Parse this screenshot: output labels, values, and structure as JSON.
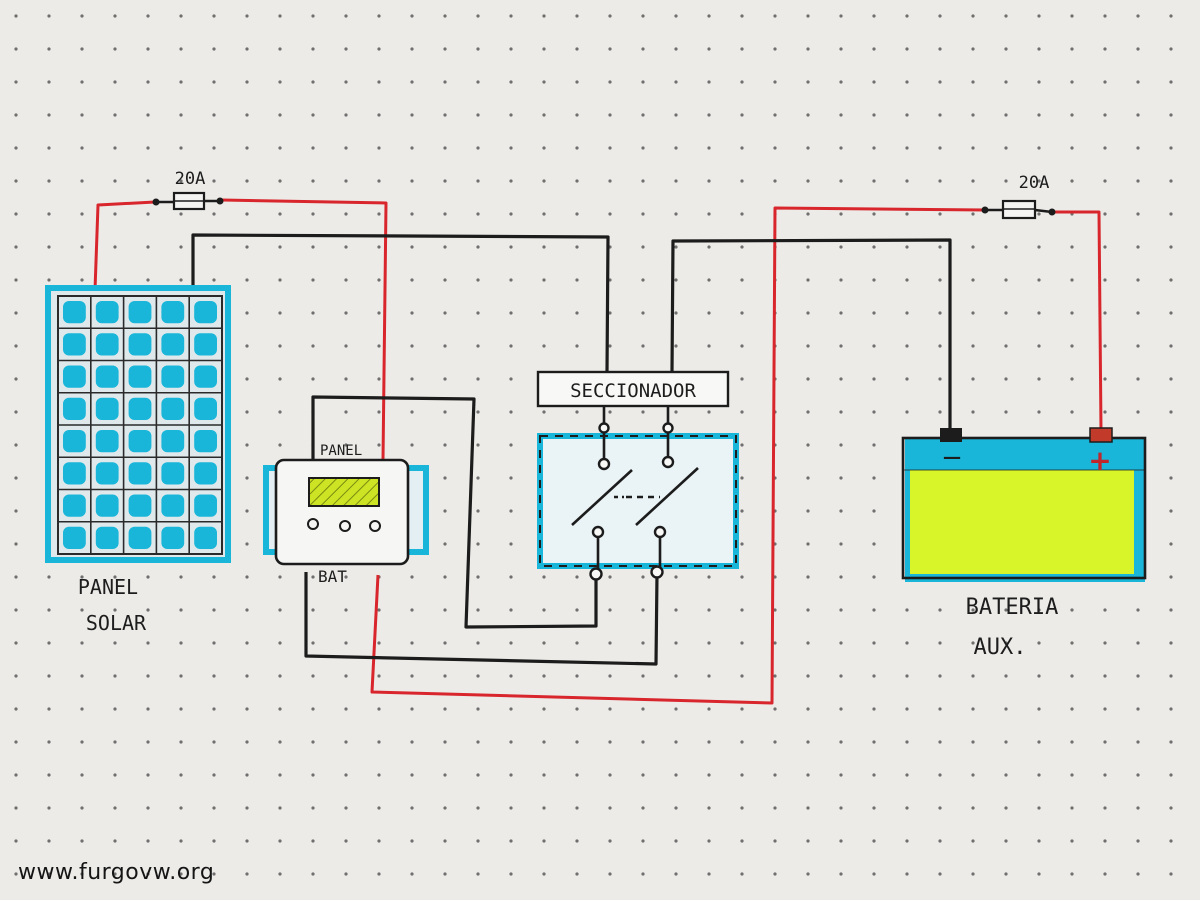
{
  "fuses": [
    {
      "label": "20A"
    },
    {
      "label": "20A"
    }
  ],
  "solar_panel": {
    "label_line1": "PANEL",
    "label_line2": "SOLAR"
  },
  "charge_controller": {
    "panel_terminal": "PANEL",
    "battery_terminal": "BAT"
  },
  "disconnector": {
    "label": "SECCIONADOR"
  },
  "battery": {
    "label_line1": "BATERIA",
    "label_line2": "AUX.",
    "negative_symbol": "−",
    "positive_symbol": "+"
  },
  "watermark": "www.furgovw.org",
  "colors": {
    "paper": "#ecebe8",
    "positive_wire": "#d8262c",
    "negative_wire": "#1c1c1c",
    "highlight_cyan": "#19b6d9",
    "battery_fill": "#d8f52a",
    "controller_screen": "#c9e21f"
  }
}
